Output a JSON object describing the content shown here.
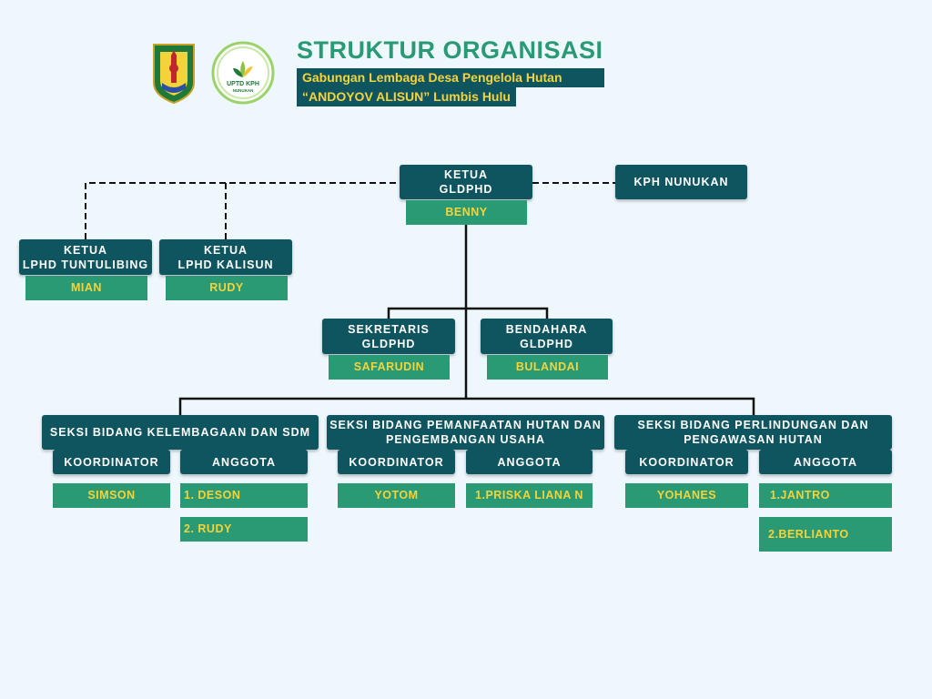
{
  "header": {
    "title": "STRUKTUR ORGANISASI",
    "subtitle_line1": "Gabungan  Lembaga  Desa  Pengelola  Hutan",
    "subtitle_line2": "“ANDOYOV ALISUN” Lumbis Hulu",
    "logo_right_text": "UPTD KPH",
    "logo_right_subtext": "NUNUKAN"
  },
  "colors": {
    "background": "#eef7fc",
    "dark_teal": "#0f5560",
    "green": "#2a9a75",
    "yellow": "#f5d33a"
  },
  "nodes": {
    "ketua": {
      "title": "KETUA\nGLDPHD",
      "name": "BENNY"
    },
    "kph": {
      "title": "KPH NUNUKAN"
    },
    "lphd1": {
      "title": "KETUA\nLPHD TUNTULIBING",
      "name": "MIAN"
    },
    "lphd2": {
      "title": "KETUA\nLPHD KALISUN",
      "name": "RUDY"
    },
    "sekretaris": {
      "title": "SEKRETARIS\nGLDPHD",
      "name": "SAFARUDIN"
    },
    "bendahara": {
      "title": "BENDAHARA\nGLDPHD",
      "name": "BULANDAI"
    },
    "seksi1": {
      "title": "SEKSI BIDANG KELEMBAGAAN DAN SDM",
      "koordinator_label": "KOORDINATOR",
      "anggota_label": "ANGGOTA",
      "koordinator": "SIMSON",
      "anggota": [
        "1. DESON",
        "2. RUDY"
      ]
    },
    "seksi2": {
      "title": "SEKSI BIDANG PEMANFAATAN HUTAN DAN\nPENGEMBANGAN USAHA",
      "koordinator_label": "KOORDINATOR",
      "anggota_label": "ANGGOTA",
      "koordinator": "YOTOM",
      "anggota": [
        "1.PRISKA LIANA N"
      ]
    },
    "seksi3": {
      "title": "SEKSI BIDANG PERLINDUNGAN DAN\nPENGAWASAN HUTAN",
      "koordinator_label": "KOORDINATOR",
      "anggota_label": "ANGGOTA",
      "koordinator": "YOHANES",
      "anggota": [
        "1.JANTRO",
        "2.BERLIANTO"
      ]
    }
  }
}
